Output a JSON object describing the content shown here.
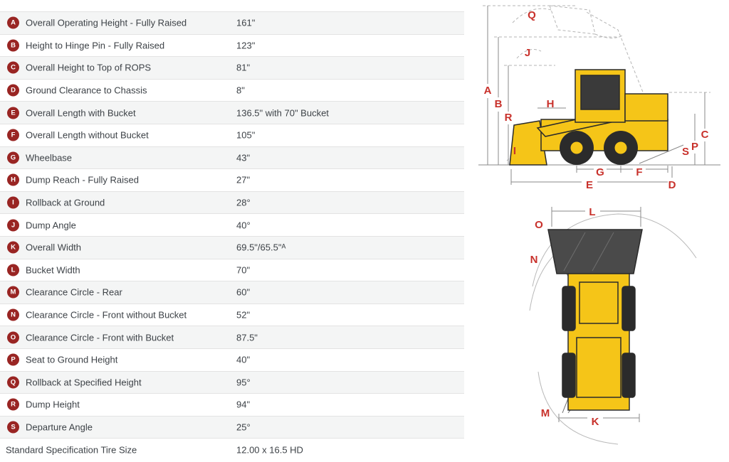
{
  "table": {
    "rows": [
      {
        "letter": "A",
        "label": "Overall Operating Height - Fully Raised",
        "value": "161\""
      },
      {
        "letter": "B",
        "label": "Height to Hinge Pin - Fully Raised",
        "value": "123\""
      },
      {
        "letter": "C",
        "label": "Overall Height to Top of ROPS",
        "value": "81\""
      },
      {
        "letter": "D",
        "label": "Ground Clearance to Chassis",
        "value": "8\""
      },
      {
        "letter": "E",
        "label": "Overall Length with Bucket",
        "value": "136.5\" with 70\" Bucket"
      },
      {
        "letter": "F",
        "label": "Overall Length without Bucket",
        "value": "105\""
      },
      {
        "letter": "G",
        "label": "Wheelbase",
        "value": "43\""
      },
      {
        "letter": "H",
        "label": "Dump Reach - Fully Raised",
        "value": "27\""
      },
      {
        "letter": "I",
        "label": "Rollback at Ground",
        "value": "28°"
      },
      {
        "letter": "J",
        "label": "Dump Angle",
        "value": "40°"
      },
      {
        "letter": "K",
        "label": "Overall Width",
        "value": "69.5\"/65.5\"ᴬ"
      },
      {
        "letter": "L",
        "label": "Bucket Width",
        "value": "70\""
      },
      {
        "letter": "M",
        "label": "Clearance Circle - Rear",
        "value": "60\""
      },
      {
        "letter": "N",
        "label": "Clearance Circle - Front without Bucket",
        "value": "52\""
      },
      {
        "letter": "O",
        "label": "Clearance Circle - Front with Bucket",
        "value": "87.5\""
      },
      {
        "letter": "P",
        "label": "Seat to Ground Height",
        "value": "40\""
      },
      {
        "letter": "Q",
        "label": "Rollback at Specified Height",
        "value": "95°"
      },
      {
        "letter": "R",
        "label": "Dump Height",
        "value": "94\""
      },
      {
        "letter": "S",
        "label": "Departure Angle",
        "value": "25°"
      }
    ],
    "footer": {
      "label": "Standard Specification Tire Size",
      "value": "12.00 x 16.5 HD"
    }
  },
  "diagram": {
    "side_labels": {
      "A": "A",
      "B": "B",
      "C": "C",
      "D": "D",
      "E": "E",
      "F": "F",
      "G": "G",
      "H": "H",
      "I": "I",
      "J": "J",
      "P": "P",
      "Q": "Q",
      "R": "R",
      "S": "S"
    },
    "top_labels": {
      "K": "K",
      "L": "L",
      "M": "M",
      "N": "N",
      "O": "O"
    }
  },
  "colors": {
    "badge": "#992523",
    "diagram_letter": "#c8312b",
    "row_stripe": "#f4f5f5",
    "row_border": "#e3e3e3",
    "machine_yellow": "#f5c518",
    "text": "#3d4247"
  }
}
